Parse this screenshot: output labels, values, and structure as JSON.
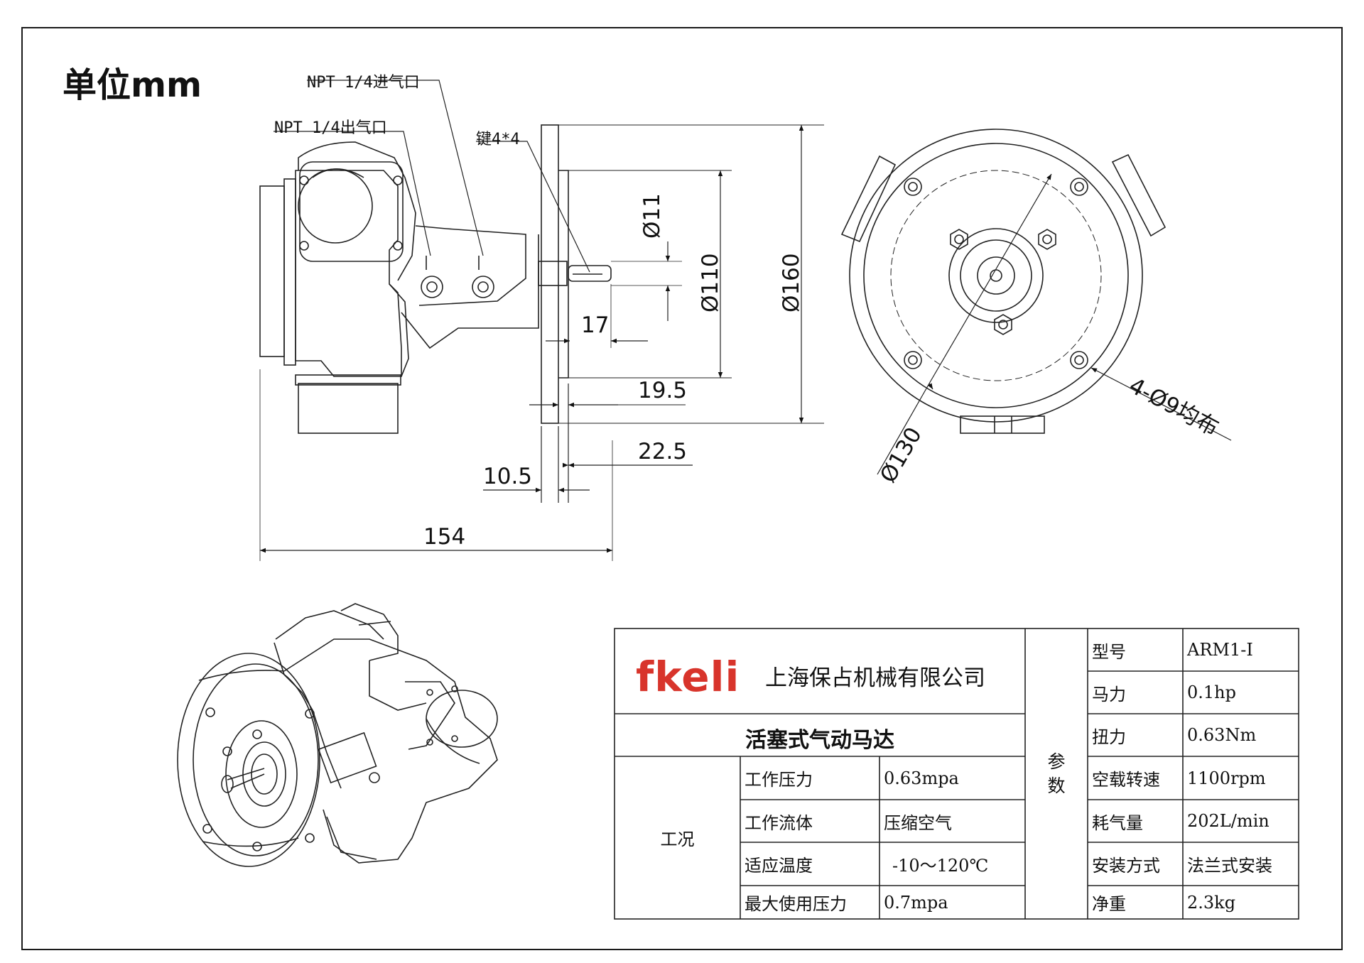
{
  "drawing": {
    "unit_label": "单位mm",
    "labels": {
      "inlet": "NPT 1/4进气口",
      "outlet": "NPT 1/4出气口",
      "key": "键4*4"
    },
    "dimensions": {
      "d11": "Ø11",
      "d110": "Ø110",
      "d160": "Ø160",
      "d17": "17",
      "d19_5": "19.5",
      "d22_5": "22.5",
      "d10_5": "10.5",
      "d154": "154",
      "d130": "Ø130",
      "holes": "4-Ø9均布"
    }
  },
  "title_block": {
    "logo": "fkeli",
    "company": "上海保占机械有限公司",
    "product": "活塞式气动马达",
    "working_condition_label": "工况",
    "params_label": [
      "参",
      "数"
    ],
    "conditions": [
      {
        "name": "工作压力",
        "value": "0.63mpa"
      },
      {
        "name": "工作流体",
        "value": "压缩空气"
      },
      {
        "name": "适应温度",
        "value": "-10～120℃"
      },
      {
        "name": "最大使用压力",
        "value": "0.7mpa"
      }
    ],
    "params": [
      {
        "name": "型号",
        "value": "ARM1-I"
      },
      {
        "name": "马力",
        "value": "0.1hp"
      },
      {
        "name": "扭力",
        "value": "0.63Nm"
      },
      {
        "name": "空载转速",
        "value": "1100rpm"
      },
      {
        "name": "耗气量",
        "value": "202L/min"
      },
      {
        "name": "安装方式",
        "value": "法兰式安装"
      },
      {
        "name": "净重",
        "value": "2.3kg"
      }
    ]
  }
}
